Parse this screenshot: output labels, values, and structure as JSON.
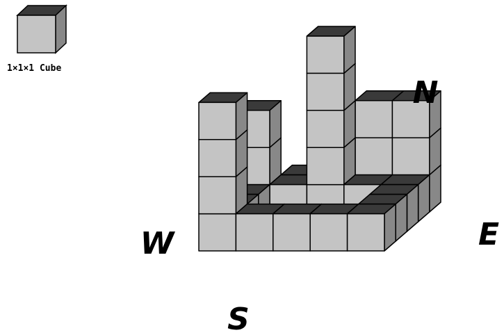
{
  "legend": {
    "caption": "1×1×1 Cube"
  },
  "compass": {
    "north": "N",
    "east": "E",
    "south": "S",
    "west": "W"
  },
  "colors": {
    "front_face": "#c4c4c4",
    "side_face": "#888888",
    "top_face": "#3a3a3a",
    "edge": "#000000"
  },
  "structure": {
    "columns": [
      {
        "x": 0,
        "y": 0,
        "height": 4
      },
      {
        "x": 1,
        "y": 0,
        "height": 1
      },
      {
        "x": 2,
        "y": 0,
        "height": 1
      },
      {
        "x": 3,
        "y": 0,
        "height": 1
      },
      {
        "x": 4,
        "y": 0,
        "height": 1
      },
      {
        "x": 0,
        "y": 1,
        "height": 1
      },
      {
        "x": 4,
        "y": 1,
        "height": 1
      },
      {
        "x": 0,
        "y": 2,
        "height": 1
      },
      {
        "x": 4,
        "y": 2,
        "height": 1
      },
      {
        "x": 0,
        "y": 3,
        "height": 3
      },
      {
        "x": 1,
        "y": 3,
        "height": 1
      },
      {
        "x": 2,
        "y": 3,
        "height": 5
      },
      {
        "x": 3,
        "y": 3,
        "height": 1
      },
      {
        "x": 4,
        "y": 3,
        "height": 1
      },
      {
        "x": 1,
        "y": 4,
        "height": 1
      },
      {
        "x": 2,
        "y": 4,
        "height": 1
      },
      {
        "x": 3,
        "y": 4,
        "height": 3
      },
      {
        "x": 4,
        "y": 4,
        "height": 3
      }
    ]
  }
}
